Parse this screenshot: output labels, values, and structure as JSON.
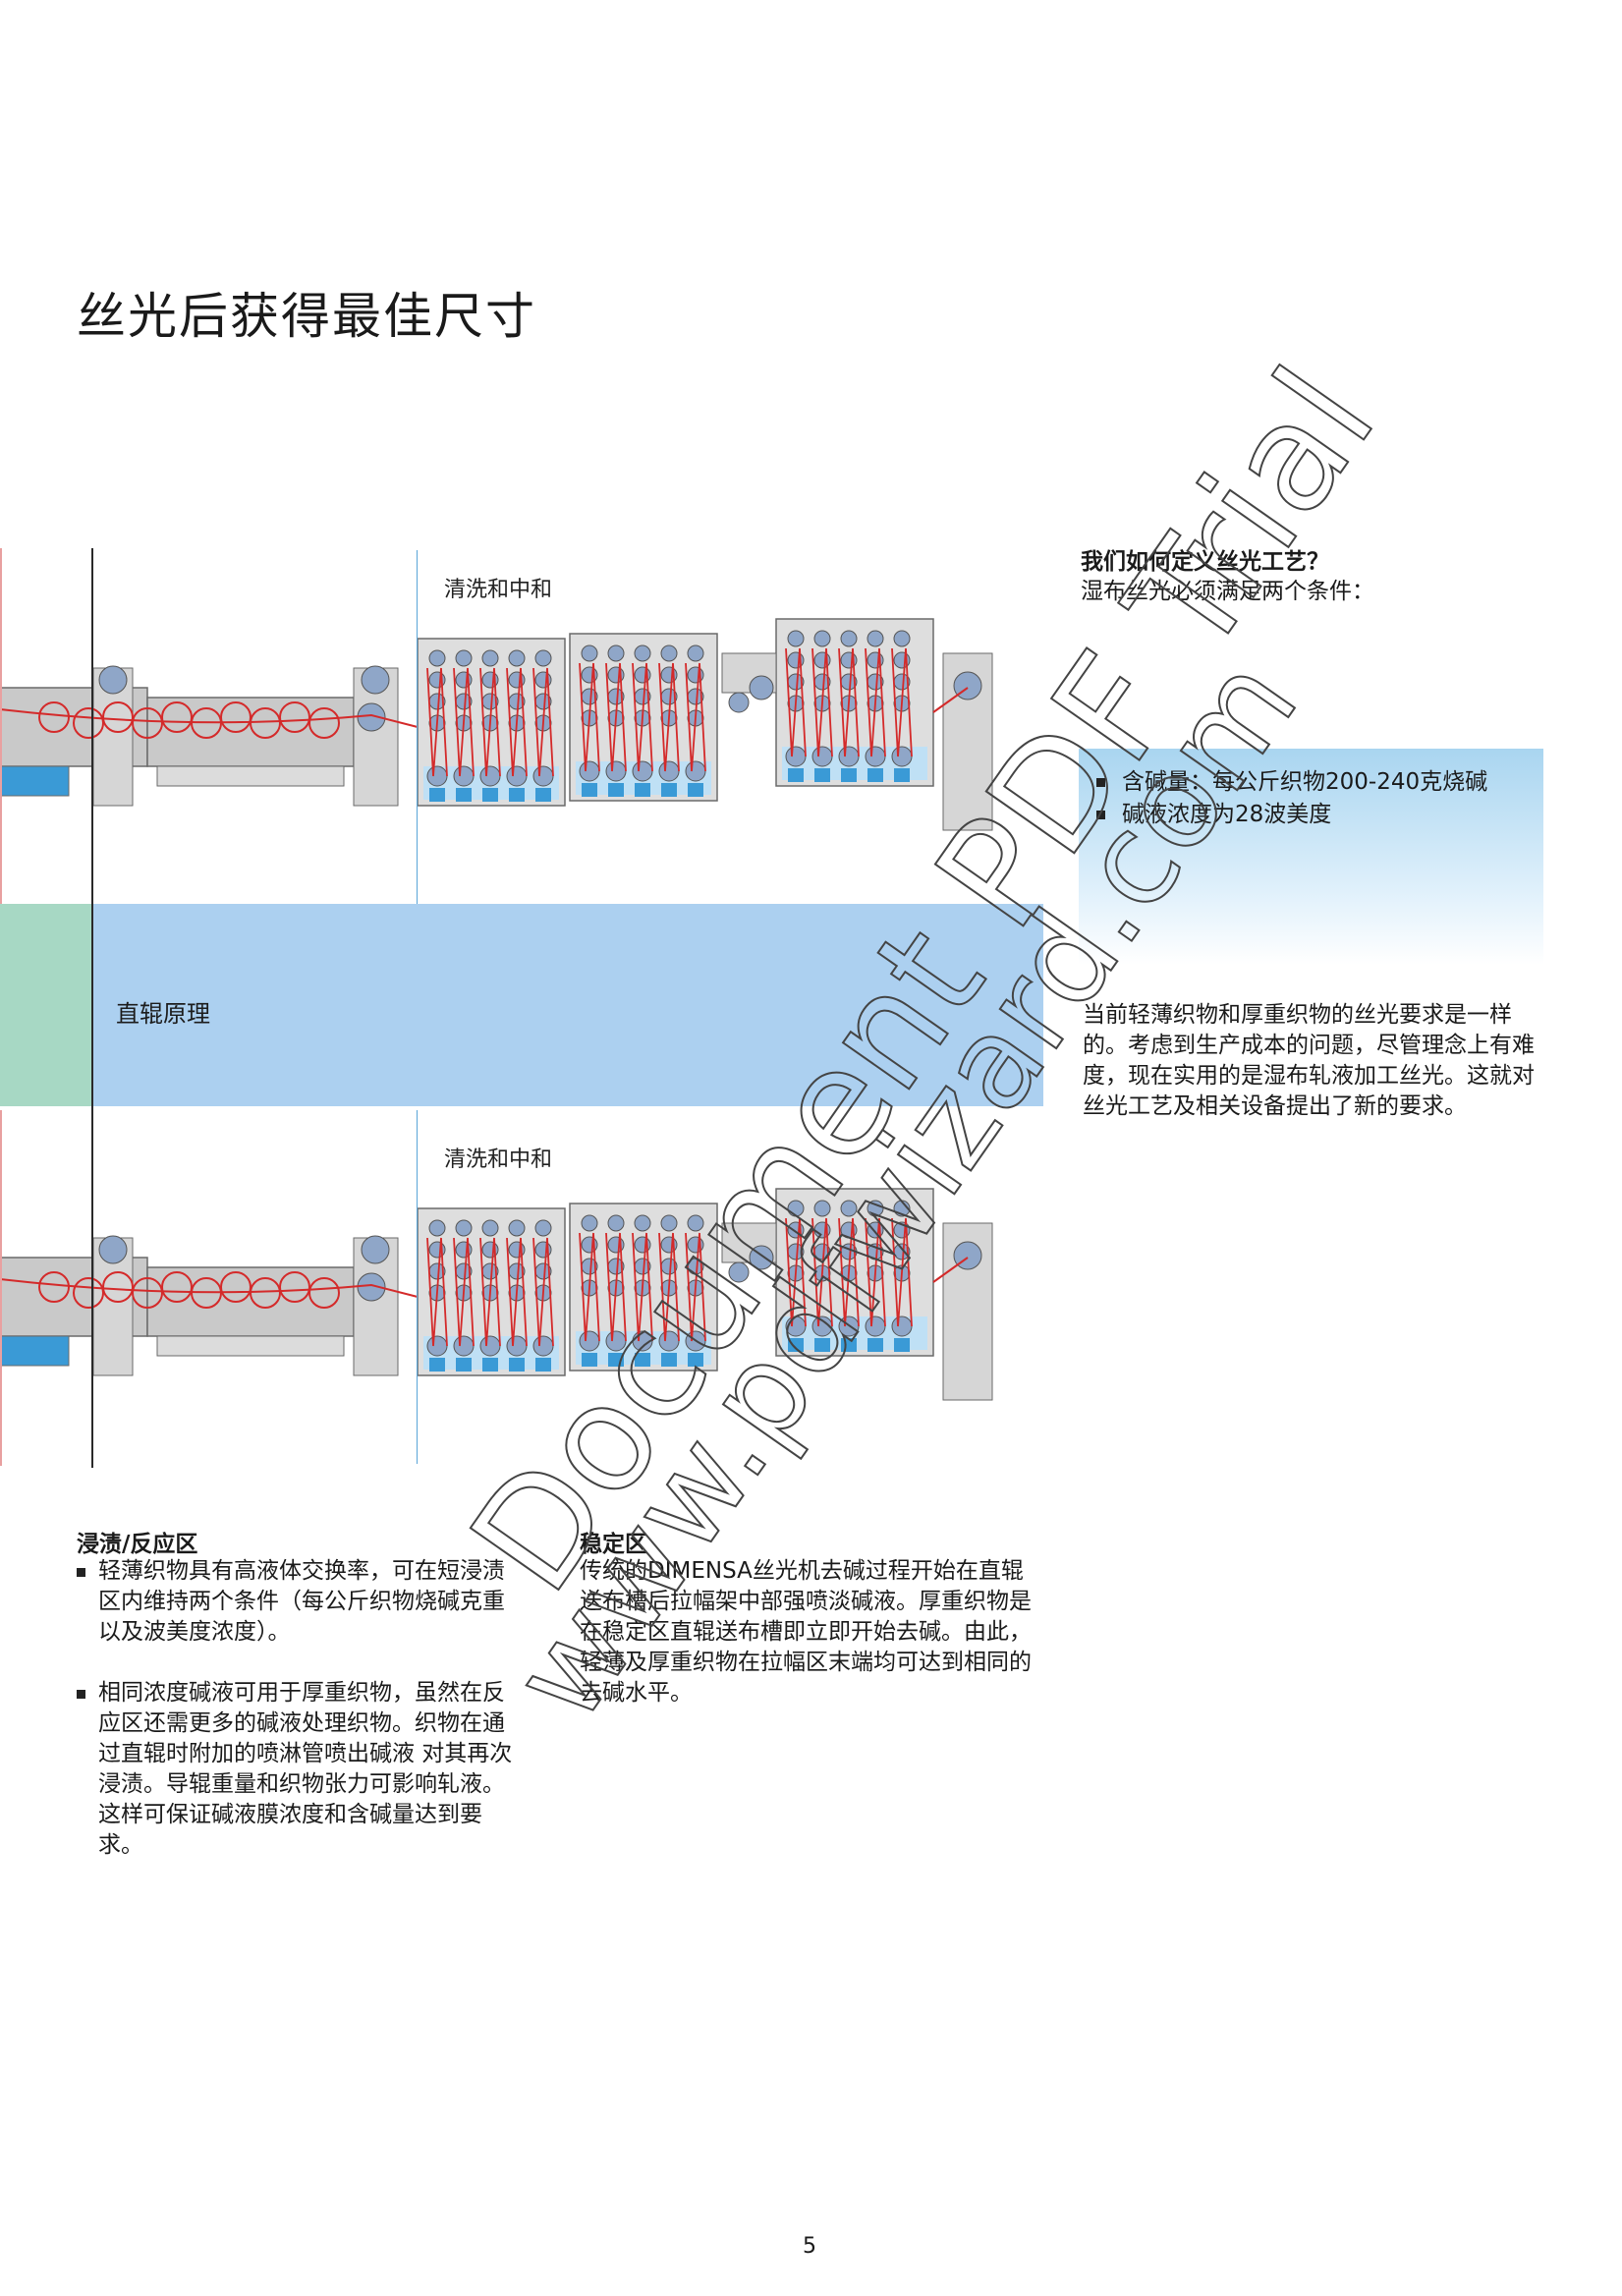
{
  "page": {
    "title": "丝光后获得最佳尺寸",
    "page_number": "5"
  },
  "diagram_top": {
    "label": "清洗和中和"
  },
  "direct_roller_bar": {
    "label": "直辊原理"
  },
  "diagram_bottom": {
    "label": "清洗和中和"
  },
  "sidebar": {
    "heading": "我们如何定义丝光工艺？",
    "subheading": "湿布丝光必须满足两个条件：",
    "conditions": [
      "含碱量：每公斤织物200-240克烧碱",
      "碱液浓度为28波美度"
    ],
    "paragraph": "当前轻薄织物和厚重织物的丝光要求是一样的。考虑到生产成本的问题，尽管理念上有难度，现在实用的是湿布轧液加工丝光。这就对丝光工艺及相关设备提出了新的要求。"
  },
  "section_left": {
    "heading": "浸渍/反应区",
    "items": [
      "轻薄织物具有高液体交换率，可在短浸渍区内维持两个条件（每公斤织物烧碱克重以及波美度浓度）。",
      "相同浓度碱液可用于厚重织物，虽然在反应区还需更多的碱液处理织物。织物在通过直辊时附加的喷淋管喷出碱液 对其再次浸渍。导辊重量和织物张力可影响轧液。这样可保证碱液膜浓度和含碱量达到要求。"
    ]
  },
  "section_right": {
    "heading": "稳定区",
    "paragraph": "传统的DIMENSA丝光机去碱过程开始在直辊送布槽后拉幅架中部强喷淡碱液。厚重织物是在稳定区直辊送布槽即立即开始去碱。由此，轻薄及厚重织物在拉幅区末端均可达到相同的去碱水平。"
  },
  "watermark": {
    "line1": "Document PDF Trial",
    "line2": "www.pdfwizard.com"
  },
  "colors": {
    "fabric_path": "#d42a2a",
    "machine_gray": "#c9c9c9",
    "machine_stroke": "#6a6a6a",
    "roller_blue": "#8fa6c8",
    "bath_blue": "#3a9ad6",
    "blue_bar": "#acd0f0",
    "green_bar": "#a7d8c4"
  }
}
